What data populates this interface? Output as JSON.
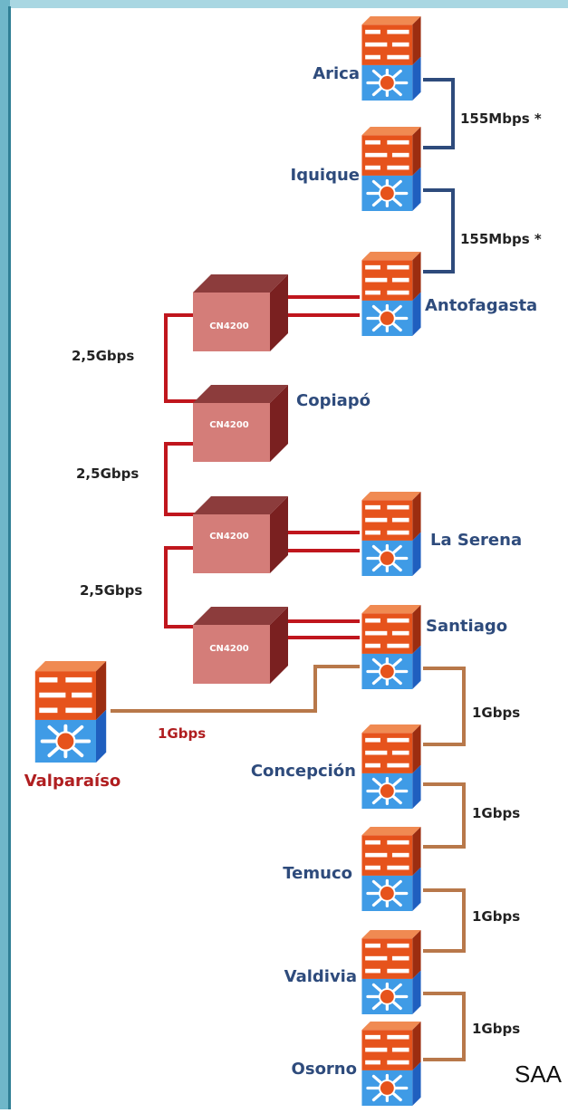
{
  "colors": {
    "blue_link": "#2e4b7c",
    "red_link": "#b01e20",
    "brown_link": "#b8784a",
    "switch_orange": "#e6531c",
    "switch_blue": "#3f9be6",
    "cn4200_face": "#d47d79",
    "frame_teal": "#6fb7c9"
  },
  "icons": {
    "switch": "network-switch-icon",
    "optical": "cn4200-optical-node-icon"
  },
  "nodes": {
    "arica": "Arica",
    "iquique": "Iquique",
    "antofagasta": "Antofagasta",
    "copiapo": "Copiapó",
    "la_serena": "La Serena",
    "santiago": "Santiago",
    "valparaiso": "Valparaíso",
    "concepcion": "Concepción",
    "temuco": "Temuco",
    "valdivia": "Valdivia",
    "osorno": "Osorno"
  },
  "optical_nodes": [
    "CN4200",
    "CN4200",
    "CN4200",
    "CN4200"
  ],
  "links": {
    "arica_iquique": "155Mbps *",
    "iquique_antofagasta": "155Mbps *",
    "optical_1": "2,5Gbps",
    "optical_2": "2,5Gbps",
    "optical_3": "2,5Gbps",
    "santiago_valparaiso": "1Gbps",
    "santiago_concepcion": "1Gbps",
    "concepcion_temuco": "1Gbps",
    "temuco_valdivia": "1Gbps",
    "valdivia_osorno": "1Gbps"
  },
  "footer": "SAA"
}
